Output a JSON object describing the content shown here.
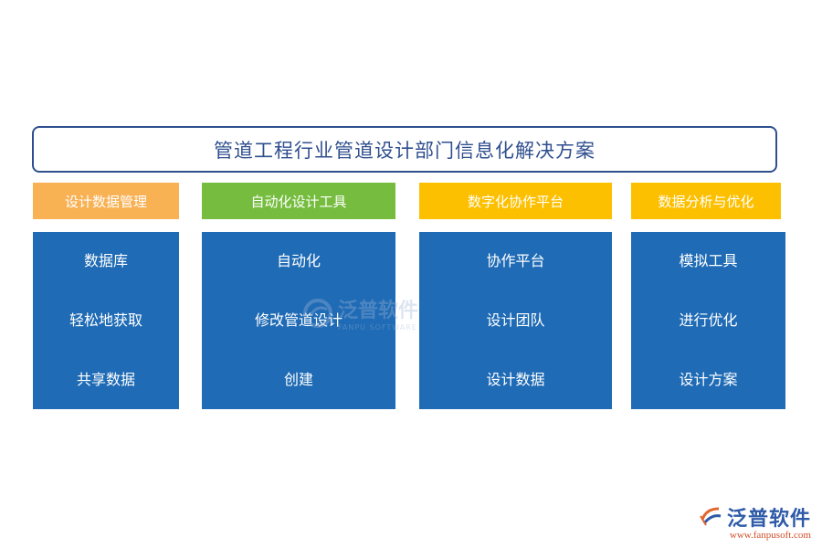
{
  "title": "管道工程行业管道设计部门信息化解决方案",
  "columns": [
    {
      "header": "设计数据管理",
      "color": "#f8b153",
      "items": [
        "数据库",
        "轻松地获取",
        "共享数据"
      ]
    },
    {
      "header": "自动化设计工具",
      "color": "#76bd3f",
      "items": [
        "自动化",
        "修改管道设计",
        "创建"
      ]
    },
    {
      "header": "数字化协作平台",
      "color": "#fdc000",
      "items": [
        "协作平台",
        "设计团队",
        "设计数据"
      ]
    },
    {
      "header": "数据分析与优化",
      "color": "#fdc000",
      "items": [
        "模拟工具",
        "进行优化",
        "设计方案"
      ]
    }
  ],
  "body_color": "#1f6bb5",
  "watermark": {
    "cn": "泛普软件",
    "en": "FANPU SOFTWARE"
  },
  "logo": {
    "cn": "泛普软件",
    "url": "www.fanpusoft.com"
  }
}
